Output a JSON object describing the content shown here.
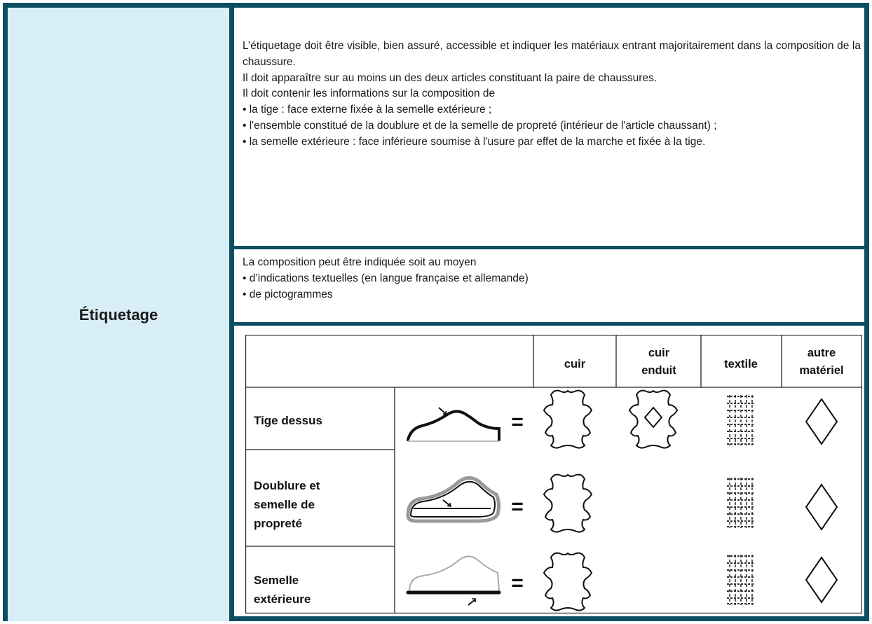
{
  "label": "Étiquetage",
  "section1": {
    "lines": [
      "L’étiquetage doit être visible, bien assuré, accessible et indiquer les matériaux entrant majoritairement dans la composition de la chaussure.",
      "Il doit apparaître sur au moins un des deux articles constituant la paire de chaussures.",
      "Il doit contenir les informations sur la composition de",
      "• la tige : face externe fixée à la semelle extérieure ;",
      "• l'ensemble constitué de la doublure et de la semelle de propreté (intérieur de l'article chaussant) ;",
      "• la semelle extérieure : face inférieure soumise à l'usure par effet de la marche et fixée à la tige."
    ]
  },
  "section2": {
    "lines": [
      "La composition peut être indiquée soit au moyen",
      "• d’indications textuelles (en langue française et allemande)",
      "• de pictogrammes"
    ]
  },
  "table": {
    "headers": {
      "cuir": "cuir",
      "cuir_enduit_1": "cuir",
      "cuir_enduit_2": "enduit",
      "textile": "textile",
      "autre_1": "autre",
      "autre_2": "matériel"
    },
    "rows": [
      {
        "label_lines": [
          "Tige dessus"
        ],
        "equals": "=",
        "symbols": [
          "cuir",
          "cuir-enduit",
          "textile",
          "autre"
        ]
      },
      {
        "label_lines": [
          "Doublure et",
          "semelle de",
          "propreté"
        ],
        "equals": "=",
        "symbols": [
          "cuir",
          "textile",
          "autre"
        ]
      },
      {
        "label_lines": [
          "Semelle",
          "extérieure"
        ],
        "equals": "=",
        "symbols": [
          "cuir",
          "textile",
          "autre"
        ]
      }
    ]
  },
  "colors": {
    "border": "#0d4e63",
    "label_bg": "#d9eff8"
  }
}
